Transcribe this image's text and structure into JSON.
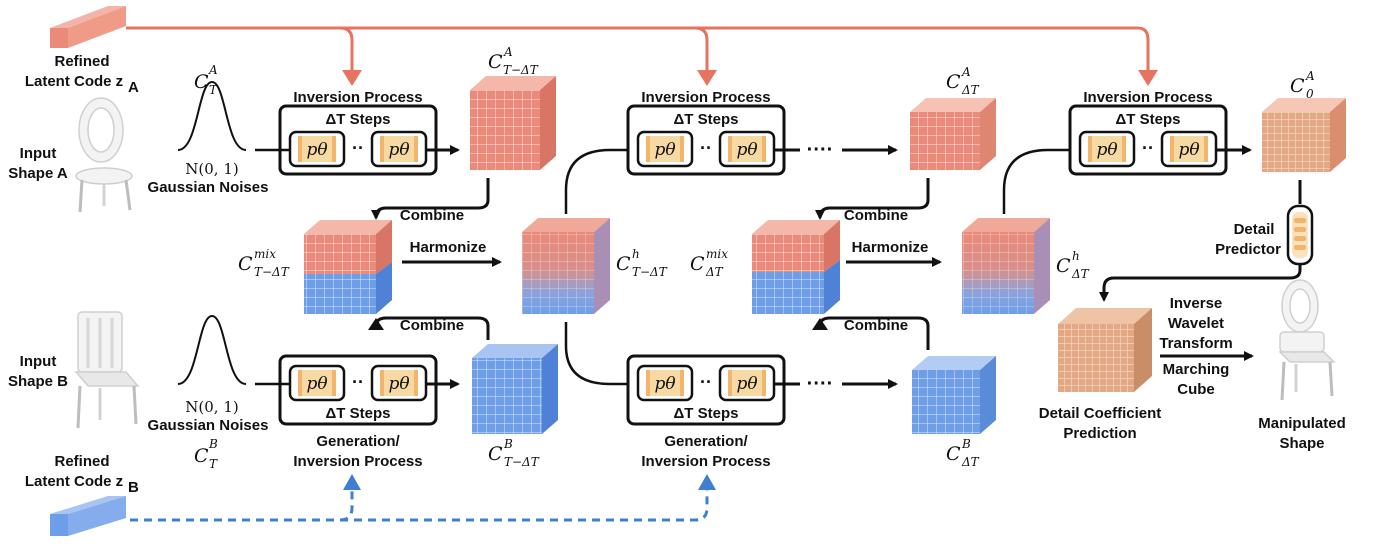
{
  "labels": {
    "refined_a_line1": "Refined",
    "refined_a_line2": "Latent Code z",
    "refined_a_sub": "A",
    "refined_b_line1": "Refined",
    "refined_b_line2": "Latent Code z",
    "refined_b_sub": "B",
    "input_a_line1": "Input",
    "input_a_line2": "Shape A",
    "input_b_line1": "Input",
    "input_b_line2": "Shape B",
    "gaussian": "Gaussian Noises",
    "normal": "N(0, 1)",
    "inversion_process": "Inversion Process",
    "delta_t_steps": "ΔT Steps",
    "p_theta": "pθ",
    "combine": "Combine",
    "harmonize": "Harmonize",
    "generation_line1": "Generation/",
    "generation_line2": "Inversion Process",
    "detail_predictor_line1": "Detail",
    "detail_predictor_line2": "Predictor",
    "inverse_line1": "Inverse",
    "inverse_line2": "Wavelet",
    "inverse_line3": "Transform",
    "marching_line1": "Marching",
    "marching_line2": "Cube",
    "detail_coeff_line1": "Detail Coefficient",
    "detail_coeff_line2": "Prediction",
    "manipulated_line1": "Manipulated",
    "manipulated_line2": "Shape"
  },
  "math": {
    "C": "C",
    "sup_A": "A",
    "sup_B": "B",
    "sup_mix": "mix",
    "sup_h": "h",
    "sub_T": "T",
    "sub_T_minus_dT": "T−ΔT",
    "sub_dT": "ΔT",
    "sub_0": "0"
  },
  "colors": {
    "red_arrow": "#e8735e",
    "blue_arrow": "#3f7fd2",
    "red_cube": "#e98a7a",
    "blue_cube": "#6f9ee8",
    "orange_cube": "#e3a883",
    "predictor": "#f2b56b"
  }
}
